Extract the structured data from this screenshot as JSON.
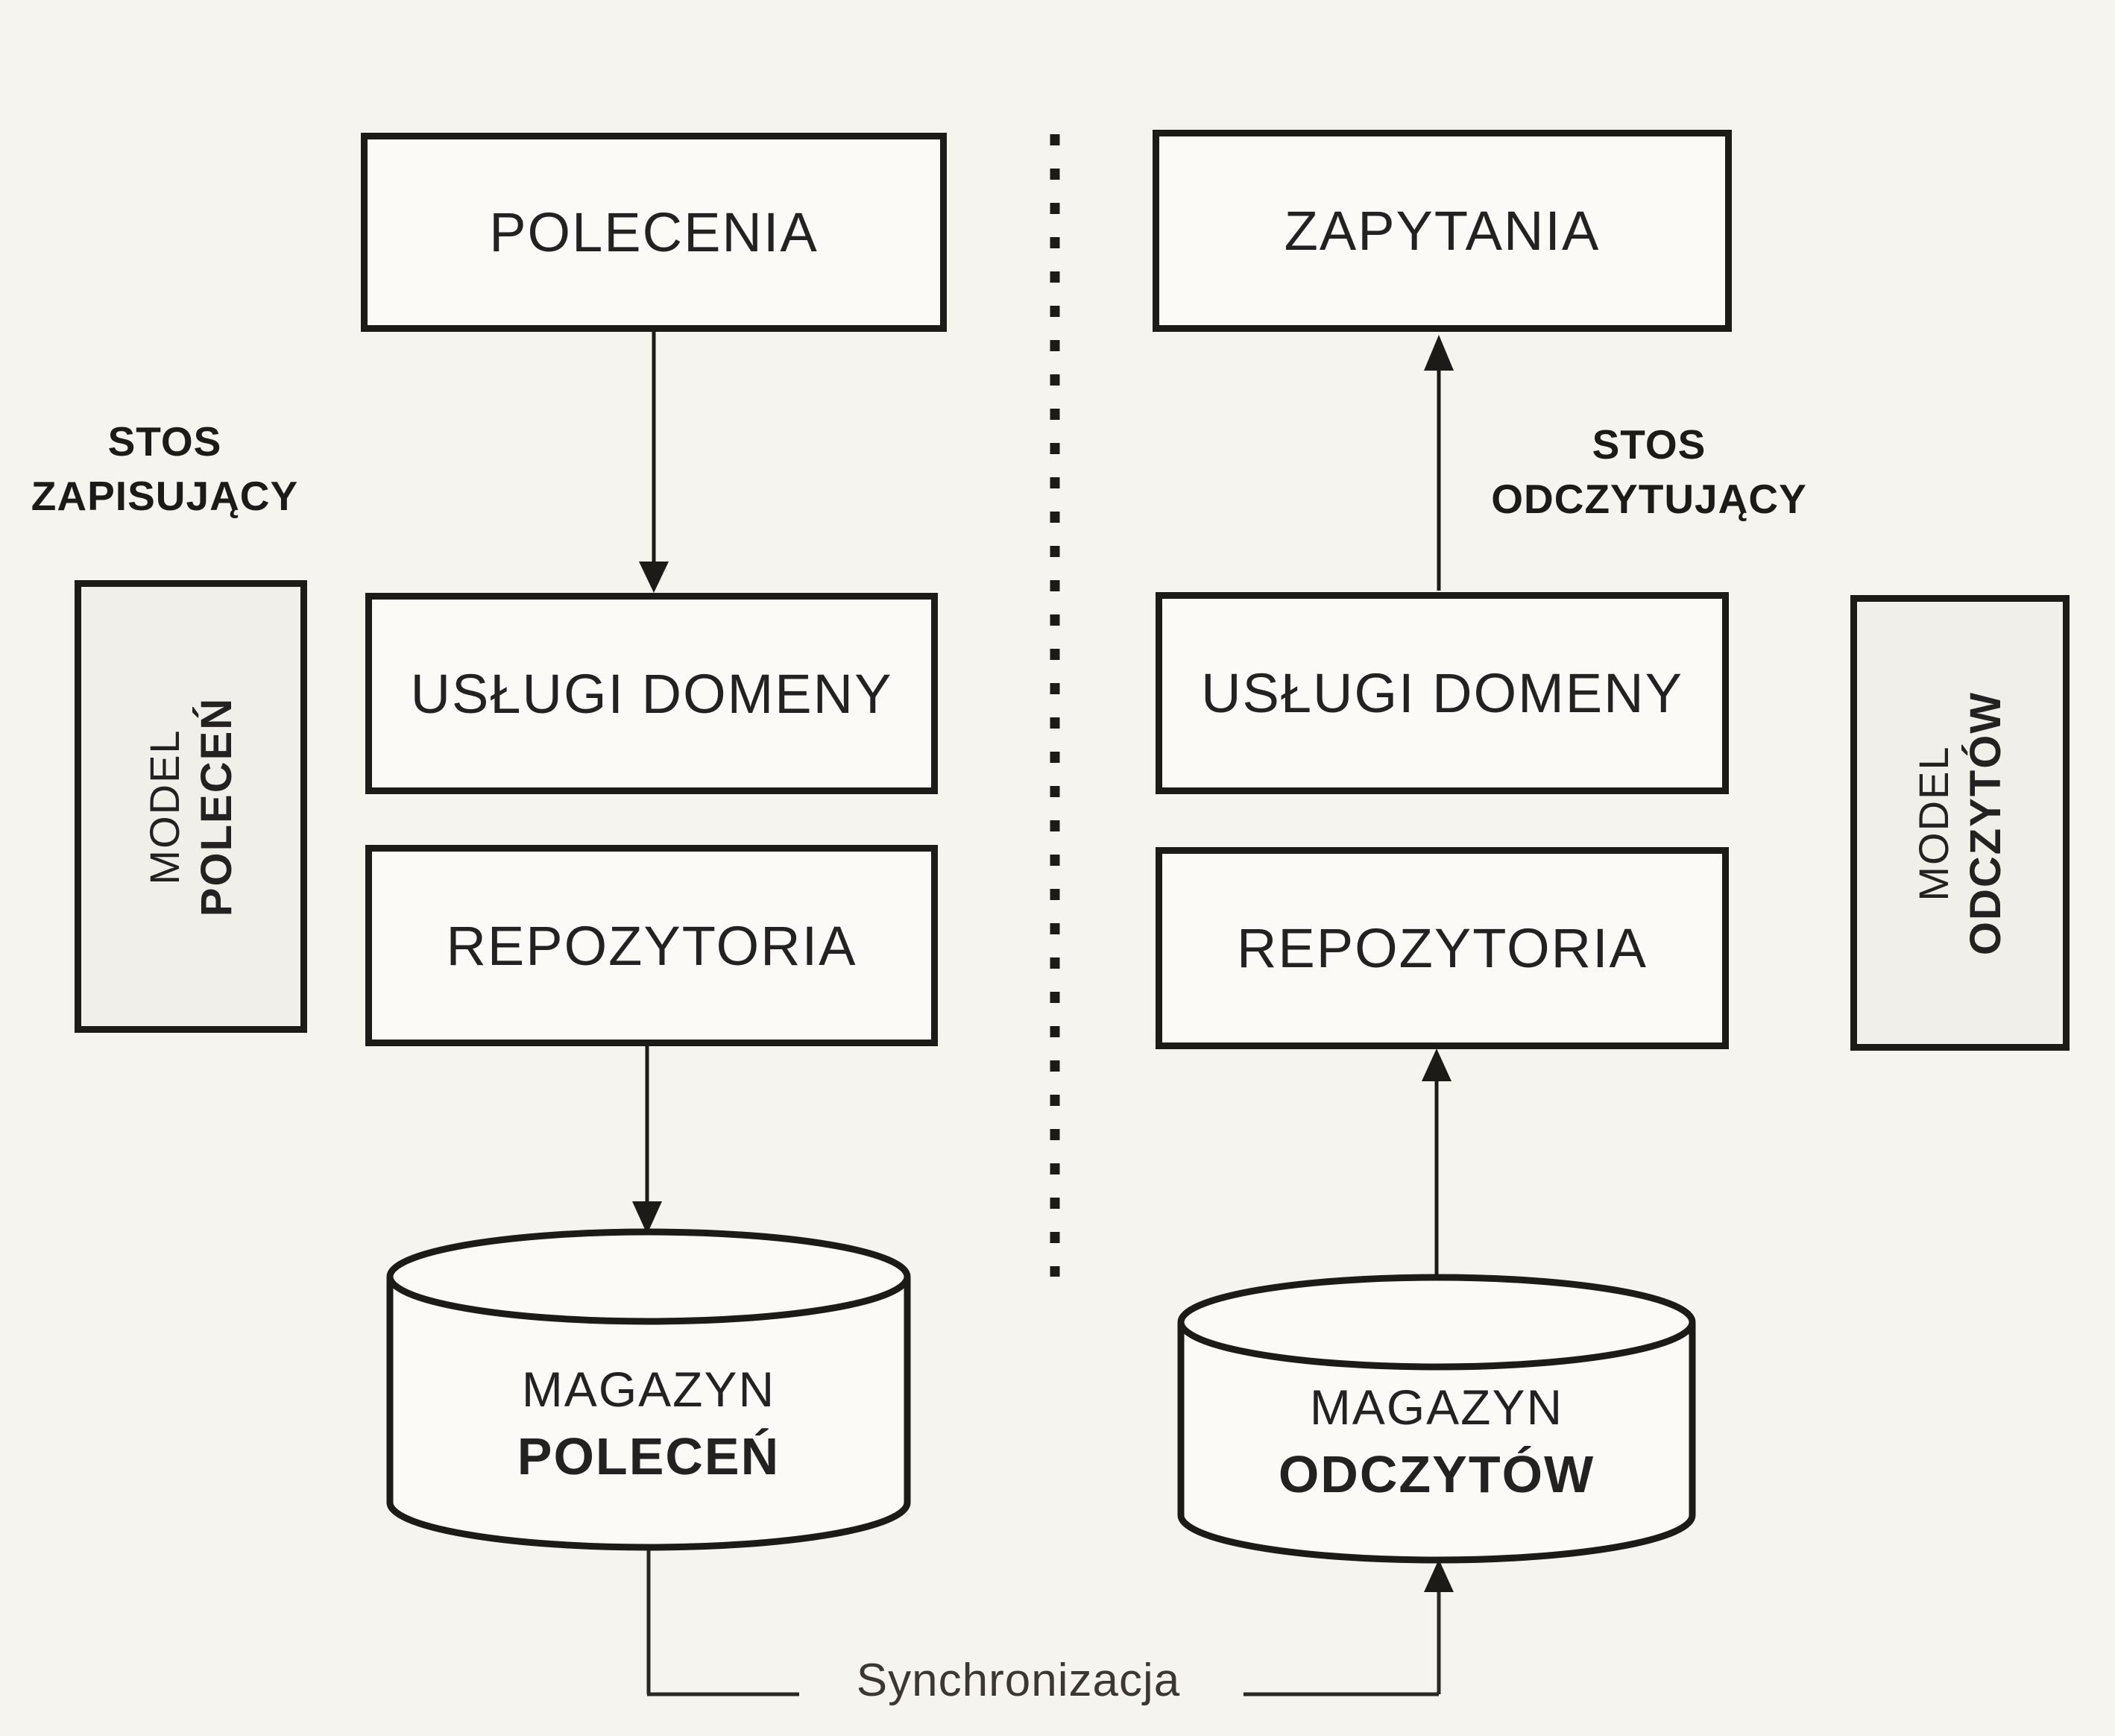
{
  "write_stack": {
    "stack_label": {
      "line1": "STOS",
      "line2": "ZAPISUJĄCY"
    },
    "commands_box_label": "POLECENIA",
    "domain_services_box_label": "USŁUGI DOMENY",
    "repositories_box_label": "REPOZYTORIA",
    "model_box": {
      "line1": "MODEL",
      "line2": "POLECEŃ"
    },
    "store_cylinder": {
      "line1": "MAGAZYN",
      "line2": "POLECEŃ"
    }
  },
  "read_stack": {
    "stack_label": {
      "line1": "STOS",
      "line2": "ODCZYTUJĄCY"
    },
    "queries_box_label": "ZAPYTANIA",
    "domain_services_box_label": "USŁUGI DOMENY",
    "repositories_box_label": "REPOZYTORIA",
    "model_box": {
      "line1": "MODEL",
      "line2": "ODCZYTÓW"
    },
    "store_cylinder": {
      "line1": "MAGAZYN",
      "line2": "ODCZYTÓW"
    }
  },
  "sync_label": "Synchronizacja",
  "colors": {
    "ink": "#1d1b18",
    "paper": "#f5f4ef",
    "box_fill": "#fbfaf6",
    "model_box_fill": "#f1efe9",
    "text": "#242220"
  }
}
